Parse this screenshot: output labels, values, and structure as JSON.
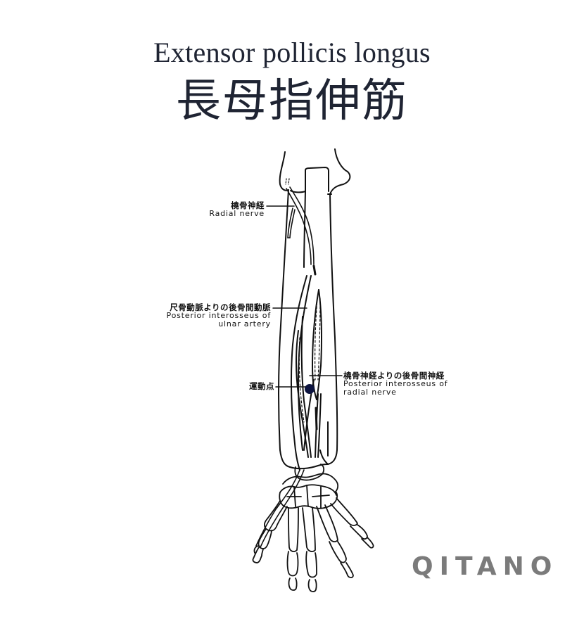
{
  "title": {
    "english": "Extensor pollicis longus",
    "japanese": "長母指伸筋"
  },
  "illustration": {
    "subject": "forearm-and-hand-posterior-view",
    "line_color": "#111111",
    "motor_point_color": "#0d1440"
  },
  "labels": {
    "radial_nerve": {
      "ja": "橈骨神経",
      "en": "Radial nerve"
    },
    "posterior_interosseous_ulnar_artery": {
      "ja": "尺骨動脈よりの後骨間動脈",
      "en_line1": "Posterior interosseus of",
      "en_line2": "ulnar artery"
    },
    "motor_point": {
      "ja": "運動点"
    },
    "posterior_interosseous_radial_nerve": {
      "ja": "橈骨神経よりの後骨間神経",
      "en_line1": "Posterior interosseus of",
      "en_line2": "radial nerve"
    }
  },
  "brand": {
    "name": "QITANO",
    "color": "#7b7b7b"
  }
}
